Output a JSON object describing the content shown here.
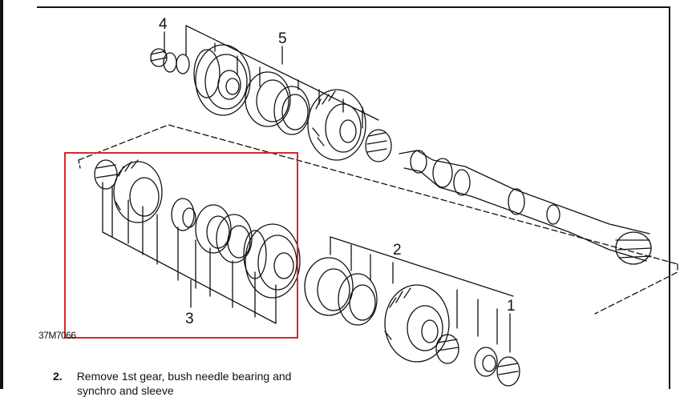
{
  "callouts": {
    "c1": "1",
    "c2": "2",
    "c3": "3",
    "c4": "4",
    "c5": "5"
  },
  "figure_code": "37M7066",
  "instruction": {
    "number": "2.",
    "text": "Remove 1st gear, bush  needle bearing and",
    "continuation": "synchro and sleeve"
  },
  "colors": {
    "highlight": "#d42a2a",
    "ink": "#111111"
  }
}
